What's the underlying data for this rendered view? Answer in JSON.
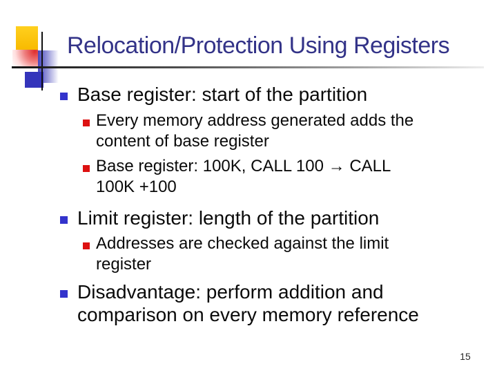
{
  "slide": {
    "title": "Relocation/Protection Using Registers",
    "page_number": "15",
    "colors": {
      "title_text": "#333388",
      "body_text": "#0a0a0a",
      "level1_bullet": "#3333cc",
      "level2_bullet": "#dd1111",
      "decor_yellow": "#f8ba00",
      "decor_red": "#e02e2e",
      "decor_blue": "#3434bb",
      "rule_dark": "#141414"
    },
    "bullets": [
      {
        "level": 1,
        "lines": {
          "0": "Base register: start of the partition"
        }
      },
      {
        "level": 2,
        "lines": {
          "0": "Every memory address generated adds the",
          "1": "content of base register"
        }
      },
      {
        "level": 2,
        "lines": {
          "0": "Base register: 100K, CALL 100 → CALL",
          "1": "100K +100"
        }
      },
      {
        "level": 1,
        "lines": {
          "0": "Limit register: length of the partition"
        }
      },
      {
        "level": 2,
        "lines": {
          "0": "Addresses are checked against the limit",
          "1": "register"
        }
      },
      {
        "level": 1,
        "lines": {
          "0": "Disadvantage: perform addition and",
          "1": "comparison on every memory reference"
        }
      }
    ]
  }
}
